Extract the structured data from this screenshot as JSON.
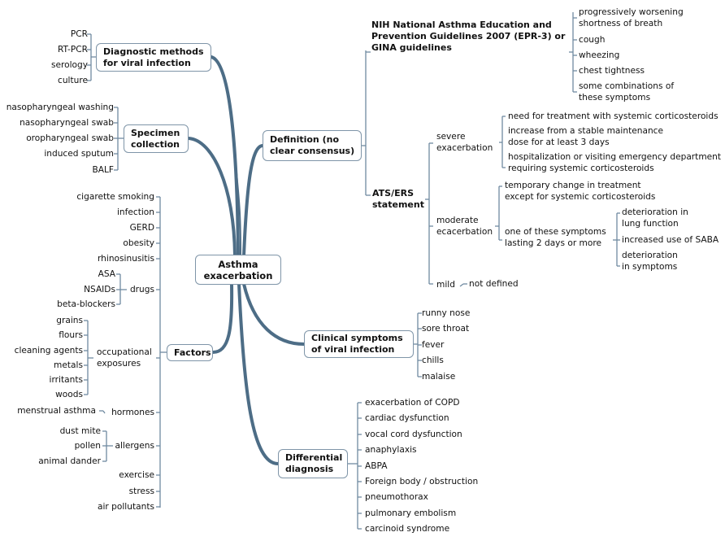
{
  "center": "Asthma\nexacerbation",
  "diagnostic": {
    "title": "Diagnostic methods\nfor viral infection",
    "items": [
      "PCR",
      "RT-PCR",
      "serology",
      "culture"
    ]
  },
  "specimen": {
    "title": "Specimen\ncollection",
    "items": [
      "nasopharyngeal washing",
      "nasopharyngeal swab",
      "oropharyngeal swab",
      "induced sputum",
      "BALF"
    ]
  },
  "factors": {
    "title": "Factors",
    "items": [
      "cigarette smoking",
      "infection",
      "GERD",
      "obesity",
      "rhinosinusitis",
      "drugs",
      "occupational\nexposures",
      "hormones",
      "allergens",
      "exercise",
      "stress",
      "air pollutants"
    ],
    "drugs": [
      "ASA",
      "NSAIDs",
      "beta-blockers"
    ],
    "occupational": [
      "grains",
      "flours",
      "cleaning agents",
      "metals",
      "irritants",
      "woods"
    ],
    "hormones": [
      "menstrual asthma"
    ],
    "allergens": [
      "dust mite",
      "pollen",
      "animal dander"
    ]
  },
  "definition": {
    "title": "Definition (no\nclear consensus)",
    "nih": {
      "title": "NIH National Asthma Education and\nPrevention Guidelines 2007 (EPR-3) or\nGINA guidelines",
      "items": [
        "progressively worsening\nshortness of breath",
        "cough",
        "wheezing",
        "chest tightness",
        "some combinations of\nthese symptoms"
      ]
    },
    "ats": {
      "title": "ATS/ERS\nstatement",
      "severe": {
        "label": "severe\nexacerbation",
        "items": [
          "need for treatment with systemic corticosteroids",
          "increase from a stable maintenance\ndose for at least 3 days",
          "hospitalization or visiting emergency department\nrequiring systemic corticosteroids"
        ]
      },
      "moderate": {
        "label": "moderate\necacerbation",
        "items": [
          "temporary change in treatment\nexcept for systemic corticosteroids",
          "one of these symptoms\nlasting 2 days or more"
        ],
        "symptoms": [
          "deterioration in\nlung function",
          "increased use of SABA",
          "deterioration\nin symptoms"
        ]
      },
      "mild": {
        "label": "mild",
        "items": [
          "not defined"
        ]
      }
    }
  },
  "clinical": {
    "title": "Clinical symptoms\nof viral infection",
    "items": [
      "runny nose",
      "sore throat",
      "fever",
      "chills",
      "malaise"
    ]
  },
  "differential": {
    "title": "Differential\ndiagnosis",
    "items": [
      "exacerbation of COPD",
      "cardiac dysfunction",
      "vocal cord dysfunction",
      "anaphylaxis",
      "ABPA",
      "Foreign body / obstruction",
      "pneumothorax",
      "pulmonary embolism",
      "carcinoid syndrome"
    ]
  },
  "colors": {
    "branch": "#4d6d86",
    "bracket": "#6f8aa0",
    "box_border": "#7f95a8"
  }
}
